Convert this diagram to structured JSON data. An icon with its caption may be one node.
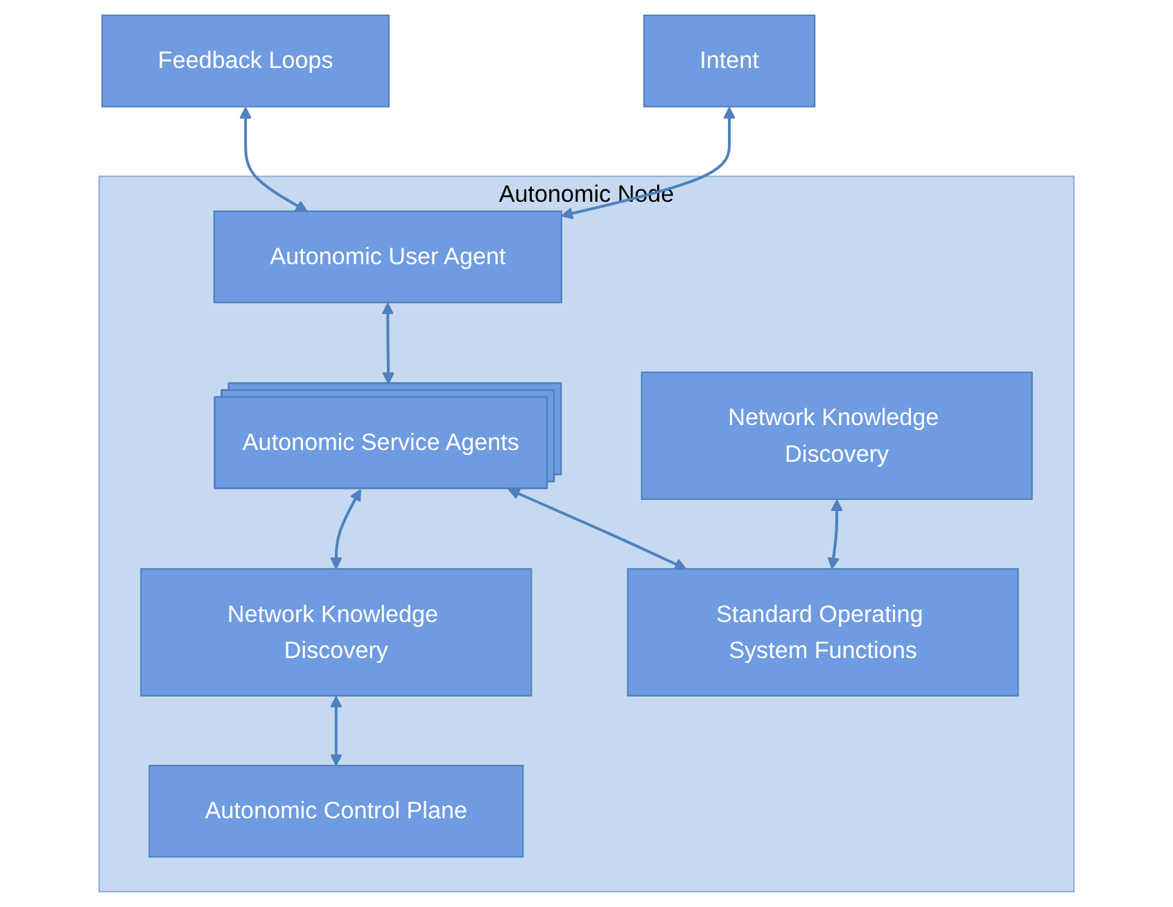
{
  "diagram": {
    "nodes": [
      {
        "text": [
          "Intent"
        ]
      },
      {
        "text": [
          "Feedback Loops"
        ]
      },
      {
        "text": [
          "Autonomic Node"
        ]
      },
      {
        "text": [
          "Autonomic User Agent"
        ],
        "in": 2
      },
      {
        "text": [
          "Network Knowledge Discovery"
        ],
        "in": 2
      },
      {
        "text": [
          "Autonomic Service Agents"
        ],
        "in": 2
      },
      {
        "text": [
          "Network Knowledge Discovery"
        ],
        "in": 2
      },
      {
        "text": [
          "Autonomic Control Plane"
        ],
        "in": 2
      },
      {
        "text": [
          "Standard Operating System Functions"
        ],
        "in": 2
      }
    ],
    "edges": [
      {
        "from": 0,
        "to": 3,
        "arrow": "both"
      },
      {
        "from": 1,
        "to": 3,
        "arrow": "both"
      },
      {
        "from": 3,
        "to": 5,
        "arrow": "both"
      },
      {
        "from": 5,
        "to": 6,
        "arrow": "both"
      },
      {
        "from": 6,
        "to": 7,
        "arrow": "both"
      },
      {
        "from": 4,
        "to": 8,
        "arrow": "both"
      },
      {
        "from": 5,
        "to": 8,
        "arrow": "both"
      }
    ]
  }
}
